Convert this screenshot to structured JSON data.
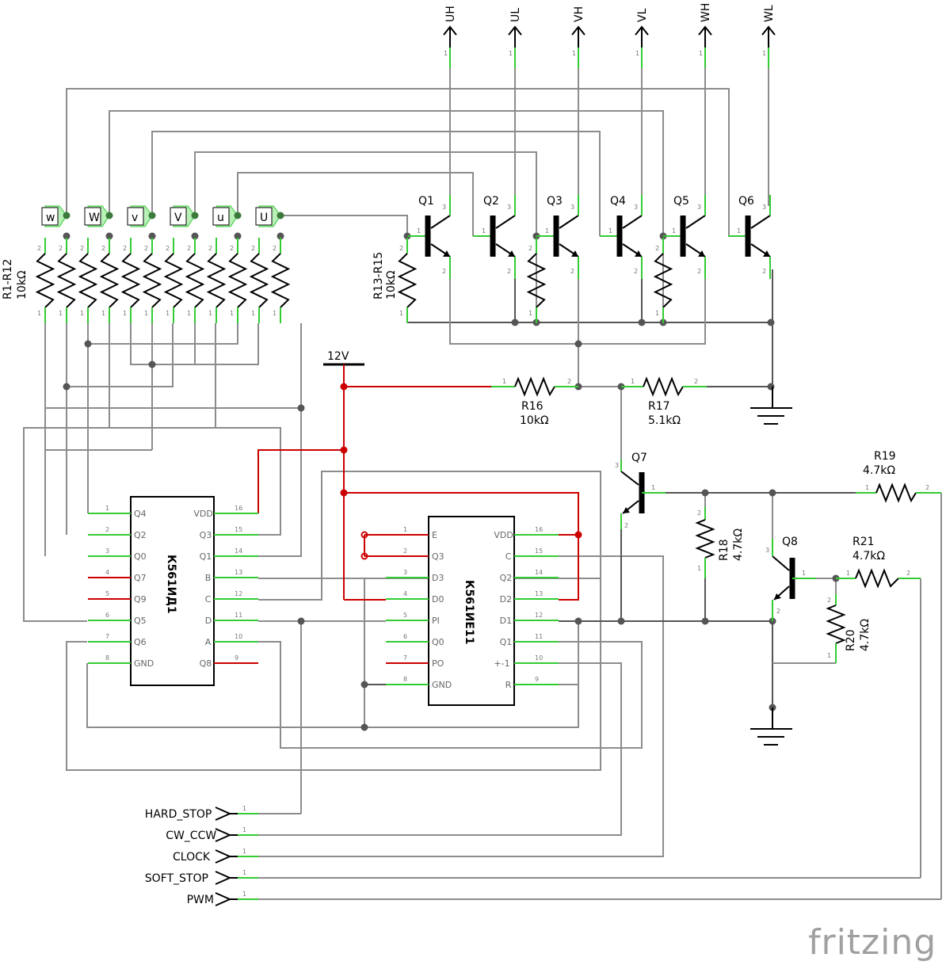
{
  "outputs": [
    "UH",
    "UL",
    "VH",
    "VL",
    "WH",
    "WL"
  ],
  "transistors": [
    "Q1",
    "Q2",
    "Q3",
    "Q4",
    "Q5",
    "Q6"
  ],
  "hall_labels": [
    "w",
    "W",
    "v",
    "V",
    "u",
    "U"
  ],
  "r1_12": {
    "name": "R1-R12",
    "value": "10kΩ"
  },
  "r13_15": {
    "name": "R13-R15",
    "value": "10kΩ"
  },
  "r16": {
    "name": "R16",
    "value": "10kΩ"
  },
  "r17": {
    "name": "R17",
    "value": "5.1kΩ"
  },
  "r18": {
    "name": "R18",
    "value": "4.7kΩ"
  },
  "r19": {
    "name": "R19",
    "value": "4.7kΩ"
  },
  "r20": {
    "name": "R20",
    "value": "4.7kΩ"
  },
  "r21": {
    "name": "R21",
    "value": "4.7kΩ"
  },
  "q7": "Q7",
  "q8": "Q8",
  "supply": "12V",
  "ic1": {
    "name": "К561ИД1",
    "left_pins": [
      "Q4",
      "Q2",
      "Q0",
      "Q7",
      "Q9",
      "Q5",
      "Q6",
      "GND"
    ],
    "left_nums": [
      "1",
      "2",
      "3",
      "4",
      "5",
      "6",
      "7",
      "8"
    ],
    "right_pins": [
      "VDD",
      "Q3",
      "Q1",
      "B",
      "C",
      "D",
      "A",
      "Q8"
    ],
    "right_nums": [
      "16",
      "15",
      "14",
      "13",
      "12",
      "11",
      "10",
      "9"
    ]
  },
  "ic2": {
    "name": "К561ИЕ11",
    "left_pins": [
      "E",
      "Q3",
      "D3",
      "D0",
      "PI",
      "Q0",
      "PO",
      "GND"
    ],
    "left_nums": [
      "1",
      "2",
      "3",
      "4",
      "5",
      "6",
      "7",
      "8"
    ],
    "right_pins": [
      "VDD",
      "C",
      "Q2",
      "D2",
      "D1",
      "Q1",
      "+-1",
      "R"
    ],
    "right_nums": [
      "16",
      "15",
      "14",
      "13",
      "12",
      "11",
      "10",
      "9"
    ]
  },
  "inputs": [
    "HARD_STOP",
    "CW_CCW",
    "CLOCK",
    "SOFT_STOP",
    "PWM"
  ],
  "pin_one": "1",
  "pin_two": "2",
  "pin_three": "3",
  "brand": "fritzing",
  "colors": {
    "wire": "#8c8c8c",
    "power": "#cc0000",
    "pin": "#33cc33",
    "net": "#555555"
  }
}
